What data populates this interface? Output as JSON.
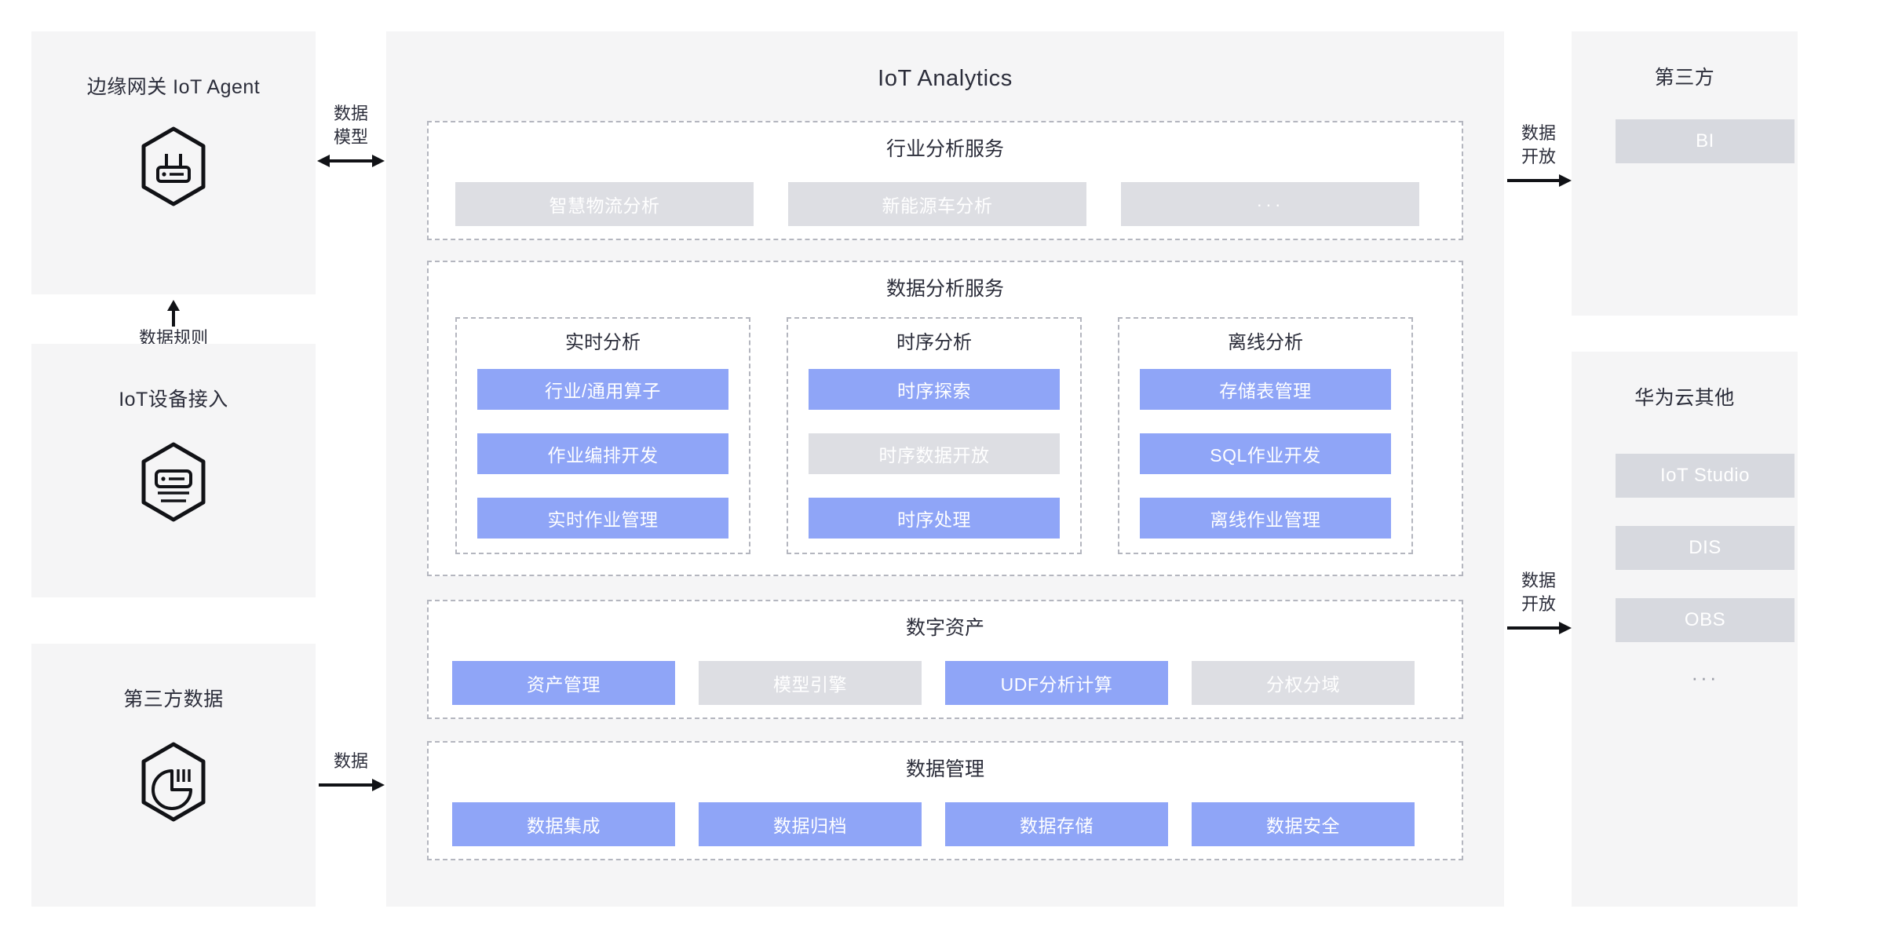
{
  "diagram": {
    "title": "IoT Analytics",
    "colors": {
      "accent_blue": "#8fa5f7",
      "muted_gray": "#dddee3",
      "panel_bg": "#f5f5f6",
      "dashed_border": "#b4b6bf",
      "text": "#2b2d3a"
    }
  },
  "sources": {
    "edge_gateway": {
      "title": "边缘网关\nIoT Agent",
      "icon": "router-hexagon-icon"
    },
    "device_access": {
      "title": "IoT设备接入",
      "icon": "server-hexagon-icon"
    },
    "third_party_data": {
      "title": "第三方数据",
      "icon": "pie-chart-hexagon-icon"
    }
  },
  "connectors": {
    "data_model": {
      "label": "数据\n模型",
      "direction": "bidirectional",
      "icon": "double-arrow-icon"
    },
    "data_rule": {
      "label": "数据规则",
      "direction": "down",
      "icon": "arrow-down-icon"
    },
    "data_in": {
      "label": "数据",
      "direction": "right",
      "icon": "arrow-right-icon"
    },
    "data_open_top": {
      "label": "数据\n开放",
      "direction": "right",
      "icon": "arrow-right-icon"
    },
    "data_open_bottom": {
      "label": "数据\n开放",
      "direction": "right",
      "icon": "arrow-right-icon"
    }
  },
  "sections": {
    "industry": {
      "title": "行业分析服务",
      "items": [
        {
          "label": "智慧物流分析",
          "state": "muted"
        },
        {
          "label": "新能源车分析",
          "state": "muted"
        },
        {
          "label": "···",
          "state": "muted"
        }
      ]
    },
    "analysis": {
      "title": "数据分析服务",
      "groups": [
        {
          "title": "实时分析",
          "items": [
            {
              "label": "行业/通用算子",
              "state": "active"
            },
            {
              "label": "作业编排开发",
              "state": "active"
            },
            {
              "label": "实时作业管理",
              "state": "active"
            }
          ]
        },
        {
          "title": "时序分析",
          "items": [
            {
              "label": "时序探索",
              "state": "active"
            },
            {
              "label": "时序数据开放",
              "state": "muted"
            },
            {
              "label": "时序处理",
              "state": "active"
            }
          ]
        },
        {
          "title": "离线分析",
          "items": [
            {
              "label": "存储表管理",
              "state": "active"
            },
            {
              "label": "SQL作业开发",
              "state": "active"
            },
            {
              "label": "离线作业管理",
              "state": "active"
            }
          ]
        }
      ]
    },
    "digital_assets": {
      "title": "数字资产",
      "items": [
        {
          "label": "资产管理",
          "state": "active"
        },
        {
          "label": "模型引擎",
          "state": "muted"
        },
        {
          "label": "UDF分析计算",
          "state": "active"
        },
        {
          "label": "分权分域",
          "state": "muted"
        }
      ]
    },
    "data_management": {
      "title": "数据管理",
      "items": [
        {
          "label": "数据集成",
          "state": "active"
        },
        {
          "label": "数据归档",
          "state": "active"
        },
        {
          "label": "数据存储",
          "state": "active"
        },
        {
          "label": "数据安全",
          "state": "active"
        }
      ]
    }
  },
  "consumers": {
    "third_party": {
      "title": "第三方",
      "items": [
        {
          "label": "BI"
        }
      ]
    },
    "huawei_cloud_other": {
      "title": "华为云其他",
      "items": [
        {
          "label": "IoT Studio"
        },
        {
          "label": "DIS"
        },
        {
          "label": "OBS"
        }
      ],
      "ellipsis": "···"
    }
  }
}
